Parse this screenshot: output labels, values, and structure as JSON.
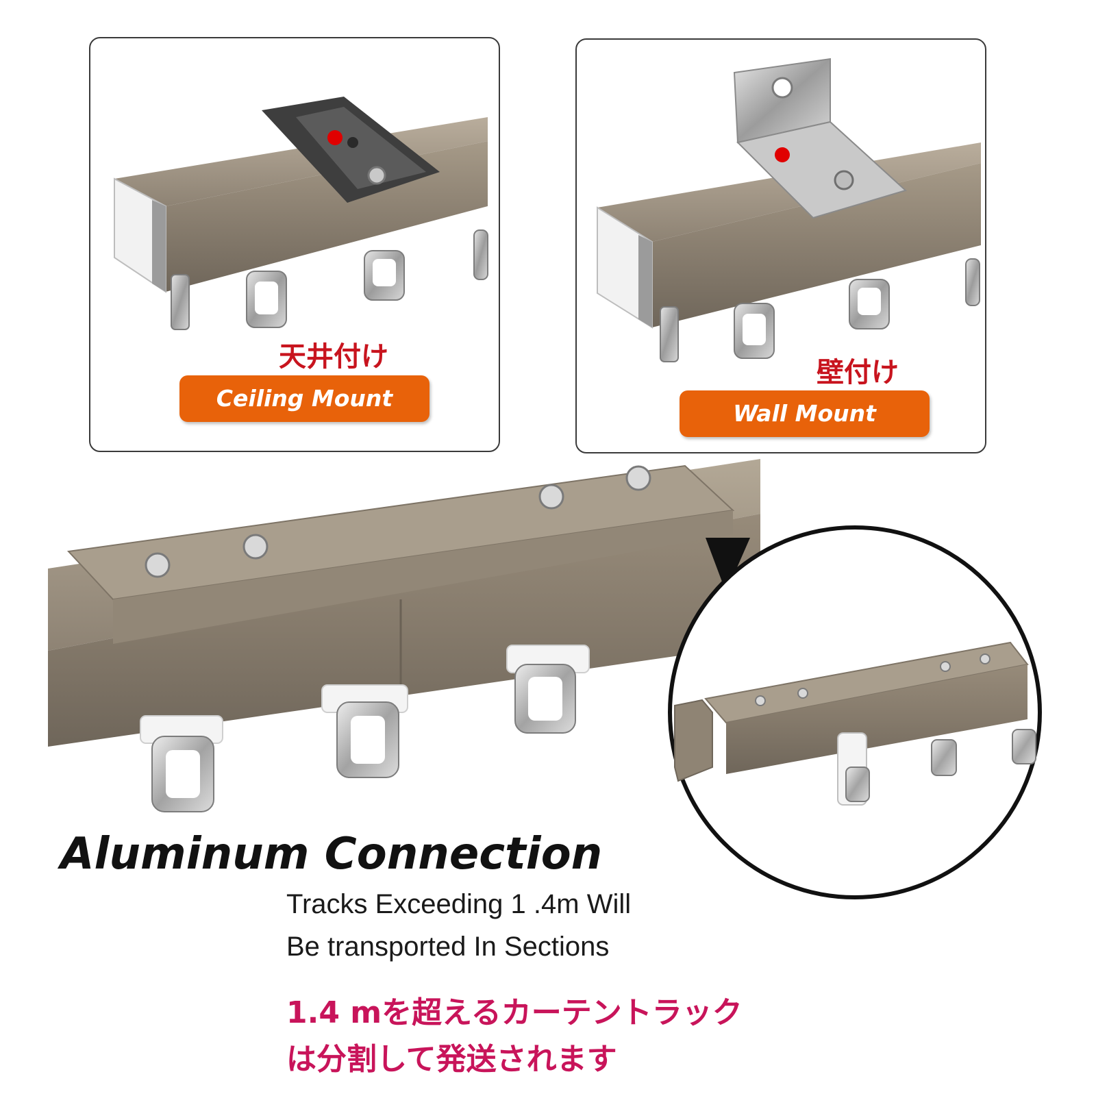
{
  "panels": {
    "ceiling": {
      "jp_label": "天井付け",
      "en_label": "Ceiling Mount"
    },
    "wall": {
      "jp_label": "壁付け",
      "en_label": "Wall Mount"
    }
  },
  "connection": {
    "title": "Aluminum Connection",
    "note_en_line1": "Tracks Exceeding 1 .4m Will",
    "note_en_line2": "Be transported In Sections",
    "note_jp_line1": "1.4 mを超えるカーテントラック",
    "note_jp_line2": "は分割して発送されます"
  },
  "colors": {
    "rail": "#8e8374",
    "rail_dark": "#6f665a",
    "accent_orange": "#e8620a",
    "label_red": "#c8141e",
    "jp_note_red": "#c8145a",
    "marker_red": "#e00000"
  }
}
